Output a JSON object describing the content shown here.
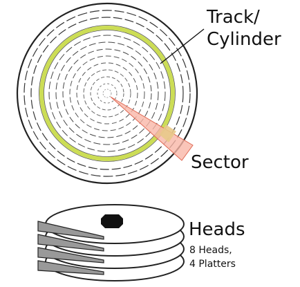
{
  "labels": {
    "track_line1": "Track/",
    "track_line2": "Cylinder",
    "sector": "Sector",
    "heads": "Heads",
    "heads_detail_line1": "8 Heads,",
    "heads_detail_line2": "4 Platters"
  },
  "colors": {
    "stroke": "#222222",
    "highlighted_track": "#ccdd55",
    "highlighted_track_fill": "#eef4c8",
    "sector_fill": "#f9b6a8",
    "sector_stroke": "#e06a55",
    "head_fill": "#999999",
    "spindle": "#111111"
  }
}
